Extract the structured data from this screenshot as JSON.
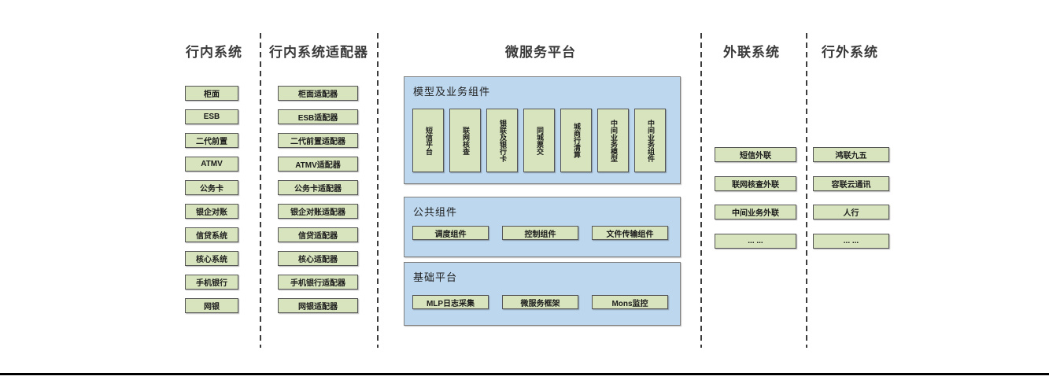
{
  "diagram": {
    "columns": [
      {
        "id": "internal-systems",
        "title": "行内系统",
        "items": [
          "柜面",
          "ESB",
          "二代前置",
          "ATMV",
          "公务卡",
          "银企对账",
          "信贷系统",
          "核心系统",
          "手机银行",
          "网银"
        ]
      },
      {
        "id": "internal-system-adapters",
        "title": "行内系统适配器",
        "items": [
          "柜面适配器",
          "ESB适配器",
          "二代前置适配器",
          "ATMV适配器",
          "公务卡适配器",
          "银企对账适配器",
          "信贷适配器",
          "核心适配器",
          "手机银行适配器",
          "网银适配器"
        ]
      },
      {
        "id": "microservice-platform",
        "title": "微服务平台",
        "panels": [
          {
            "title": "模型及业务组件",
            "orientation": "vertical-text",
            "items": [
              "短信平台",
              "联网核查",
              "银联及银行卡",
              "同城票交",
              "城商行清算",
              "中间业务模型",
              "中间业务组件"
            ]
          },
          {
            "title": "公共组件",
            "orientation": "horizontal-text",
            "items": [
              "调度组件",
              "控制组件",
              "文件传输组件"
            ]
          },
          {
            "title": "基础平台",
            "orientation": "horizontal-text",
            "items": [
              "MLP日志采集",
              "微服务框架",
              "Mons监控"
            ]
          }
        ]
      },
      {
        "id": "external-link-systems",
        "title": "外联系统",
        "items": [
          "短信外联",
          "联网核查外联",
          "中间业务外联",
          "... ..."
        ]
      },
      {
        "id": "outside-systems",
        "title": "行外系统",
        "items": [
          "鸿联九五",
          "容联云通讯",
          "人行",
          "... ..."
        ]
      }
    ],
    "colors": {
      "box_fill": "#d7e4bd",
      "box_border": "#545454",
      "panel_fill": "#bdd7ee",
      "panel_border": "#7f7f7f",
      "divider": "#3c3c3c",
      "bottom_line": "#000000"
    }
  }
}
